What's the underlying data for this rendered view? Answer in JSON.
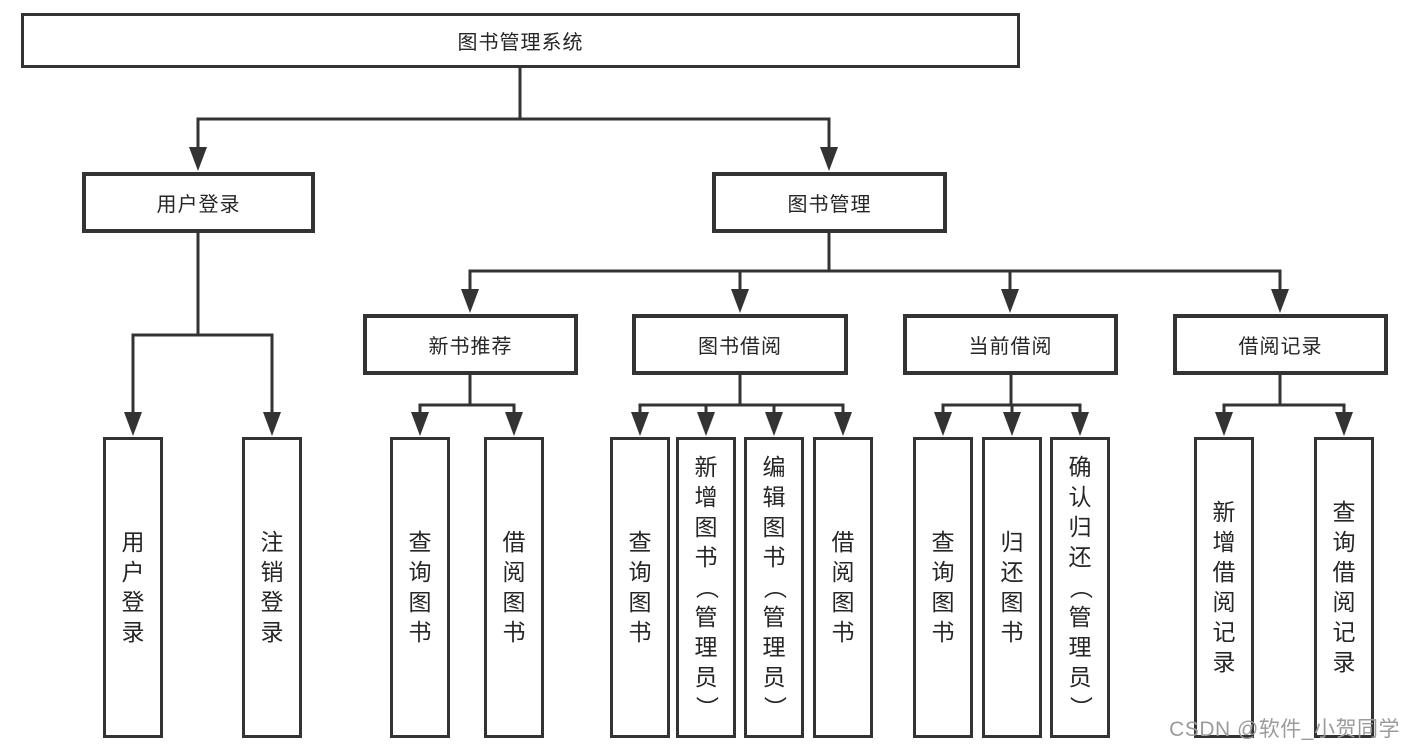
{
  "colors": {
    "line": "#333333",
    "box_border": "#333333",
    "box_fill": "#ffffff",
    "label_text": "#262626",
    "watermark_text": "#9b9b9b",
    "background": "#ffffff"
  },
  "watermark": {
    "text": "CSDN @软件_小贺同学"
  },
  "tree": {
    "root": {
      "label": "图书管理系统",
      "children": [
        {
          "label": "用户登录",
          "children": [
            {
              "label": "用户登录"
            },
            {
              "label": "注销登录"
            }
          ]
        },
        {
          "label": "图书管理",
          "children": [
            {
              "label": "新书推荐",
              "children": [
                {
                  "label": "查询图书"
                },
                {
                  "label": "借阅图书"
                }
              ]
            },
            {
              "label": "图书借阅",
              "children": [
                {
                  "label": "查询图书"
                },
                {
                  "label": "新增图书（管理员）"
                },
                {
                  "label": "编辑图书（管理员）"
                },
                {
                  "label": "借阅图书"
                }
              ]
            },
            {
              "label": "当前借阅",
              "children": [
                {
                  "label": "查询图书"
                },
                {
                  "label": "归还图书"
                },
                {
                  "label": "确认归还（管理员）"
                }
              ]
            },
            {
              "label": "借阅记录",
              "children": [
                {
                  "label": "新增借阅记录"
                },
                {
                  "label": "查询借阅记录"
                }
              ]
            }
          ]
        }
      ]
    }
  }
}
